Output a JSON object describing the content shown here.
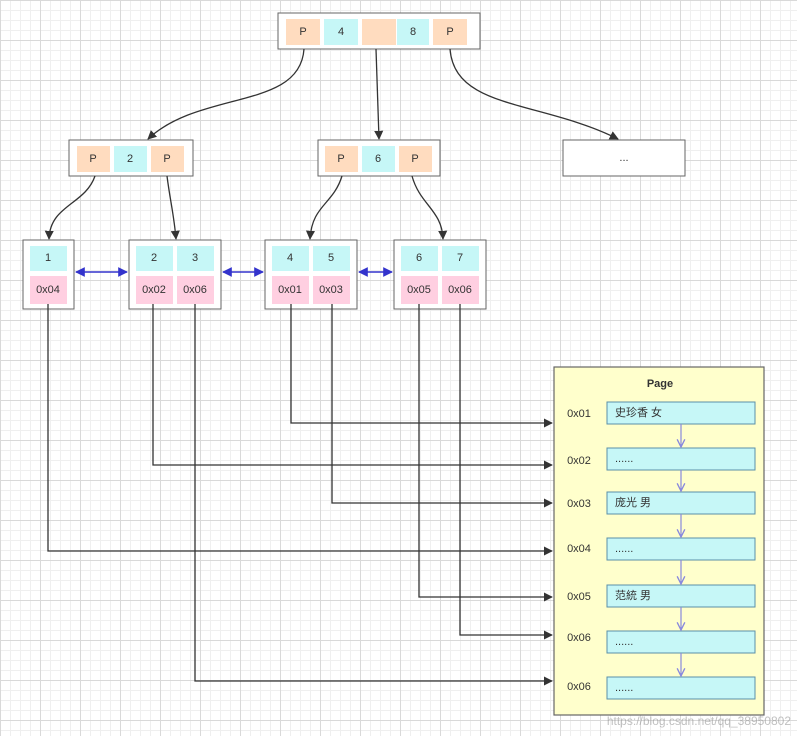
{
  "root": {
    "cells": [
      "P",
      "4",
      "",
      "8",
      "P"
    ]
  },
  "level2": [
    {
      "cells": [
        "P",
        "2",
        "P"
      ]
    },
    {
      "cells": [
        "P",
        "6",
        "P"
      ]
    },
    {
      "label": "..."
    }
  ],
  "leaves": [
    {
      "keys": [
        "1"
      ],
      "addrs": [
        "0x04"
      ]
    },
    {
      "keys": [
        "2",
        "3"
      ],
      "addrs": [
        "0x02",
        "0x06"
      ]
    },
    {
      "keys": [
        "4",
        "5"
      ],
      "addrs": [
        "0x01",
        "0x03"
      ]
    },
    {
      "keys": [
        "6",
        "7"
      ],
      "addrs": [
        "0x05",
        "0x06"
      ]
    }
  ],
  "page": {
    "title": "Page",
    "rows": [
      {
        "addr": "0x01",
        "value": "史珍香 女"
      },
      {
        "addr": "0x02",
        "value": "......"
      },
      {
        "addr": "0x03",
        "value": "庞光 男"
      },
      {
        "addr": "0x04",
        "value": "......"
      },
      {
        "addr": "0x05",
        "value": "范統 男"
      },
      {
        "addr": "0x06",
        "value": "......"
      },
      {
        "addr": "0x06",
        "value": "......"
      }
    ]
  },
  "watermark": "https://blog.csdn.net/qq_38950802"
}
